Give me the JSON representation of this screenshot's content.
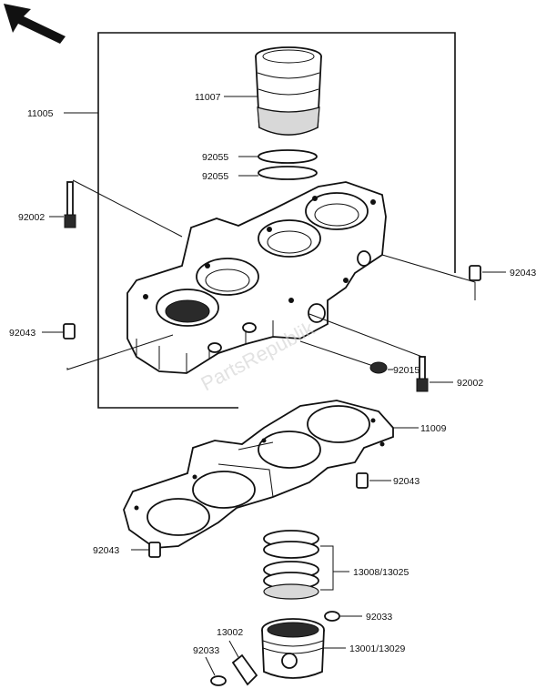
{
  "watermark": "PartsRepublik",
  "labels": {
    "cylinder_block": "11005",
    "cylinder_sleeve": "11007",
    "ring_upper": "92055",
    "ring_lower": "92055",
    "bolt_left": "92002",
    "dowel_right": "92043",
    "dowel_left": "92043",
    "oring_cap": "92015",
    "bolt_right": "92002",
    "head_gasket": "11009",
    "dowel_gasket_right": "92043",
    "dowel_gasket_left": "92043",
    "piston_rings": "13008/13025",
    "circlip_right": "92033",
    "piston_pin": "13002",
    "circlip_left": "92033",
    "piston": "13001/13029"
  }
}
